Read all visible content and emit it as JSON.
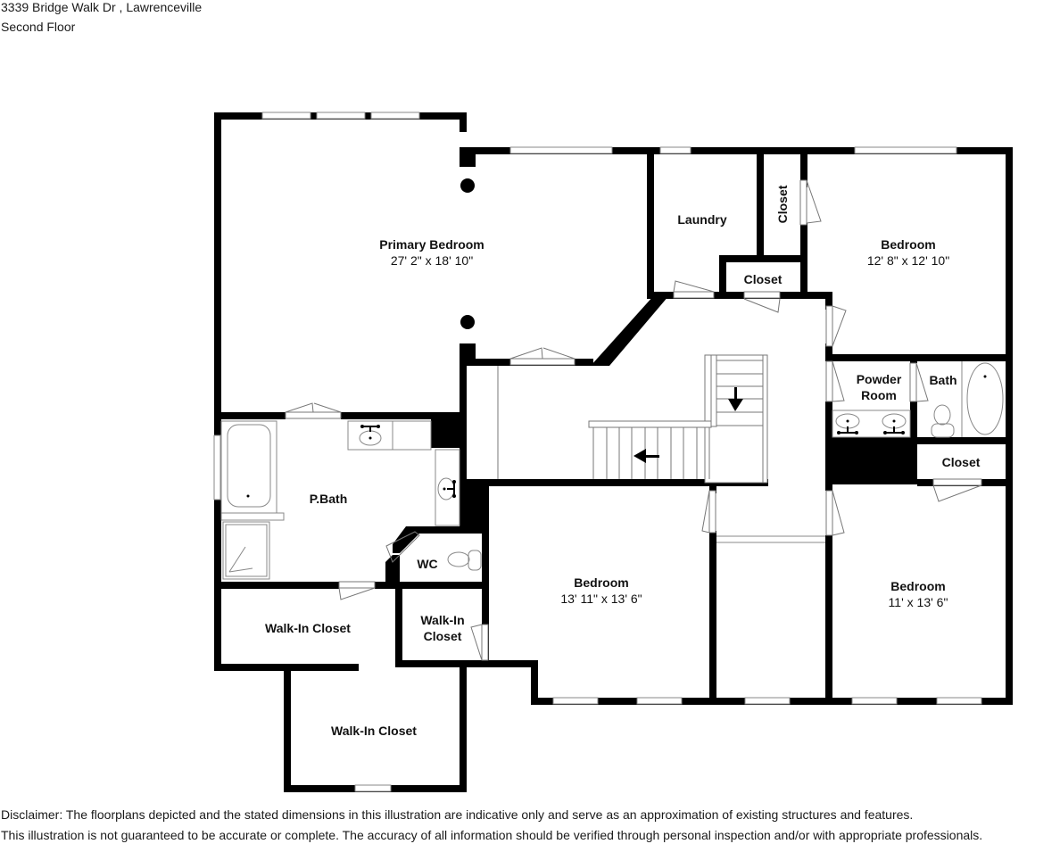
{
  "header": {
    "address": "3339 Bridge Walk Dr , Lawrenceville",
    "floor": "Second Floor"
  },
  "rooms": {
    "primary_bedroom": {
      "name": "Primary Bedroom",
      "dims": "27' 2\" x 18' 10\""
    },
    "laundry": {
      "name": "Laundry"
    },
    "closet_vertical": {
      "name": "Closet"
    },
    "closet_small": {
      "name": "Closet"
    },
    "bedroom_ne": {
      "name": "Bedroom",
      "dims": "12' 8\" x 12' 10\""
    },
    "powder_room": {
      "name": "Powder\nRoom",
      "line1": "Powder",
      "line2": "Room"
    },
    "bath": {
      "name": "Bath"
    },
    "closet_east": {
      "name": "Closet"
    },
    "p_bath": {
      "name": "P.Bath"
    },
    "wc": {
      "name": "WC"
    },
    "walk_in_closet_west": {
      "name": "Walk-In Closet"
    },
    "walk_in_closet_small": {
      "line1": "Walk-In",
      "line2": "Closet"
    },
    "walk_in_closet_south": {
      "name": "Walk-In Closet"
    },
    "bedroom_center": {
      "name": "Bedroom",
      "dims": "13' 11\" x 13' 6\""
    },
    "bedroom_se": {
      "name": "Bedroom",
      "dims": "11' x 13' 6\""
    }
  },
  "icons": {
    "stairs_arrow_down": "arrow-down",
    "stairs_arrow_left": "arrow-left"
  },
  "colors": {
    "wall": "#000000",
    "fixture_line": "#888888",
    "background": "#ffffff"
  },
  "disclaimer": {
    "line1": "Disclaimer: The floorplans depicted and the stated dimensions in this illustration are indicative only and serve as an approximation of existing structures and features.",
    "line2": "This illustration is not guaranteed to be accurate or complete. The accuracy of all information should be verified through personal inspection and/or with appropriate professionals."
  }
}
